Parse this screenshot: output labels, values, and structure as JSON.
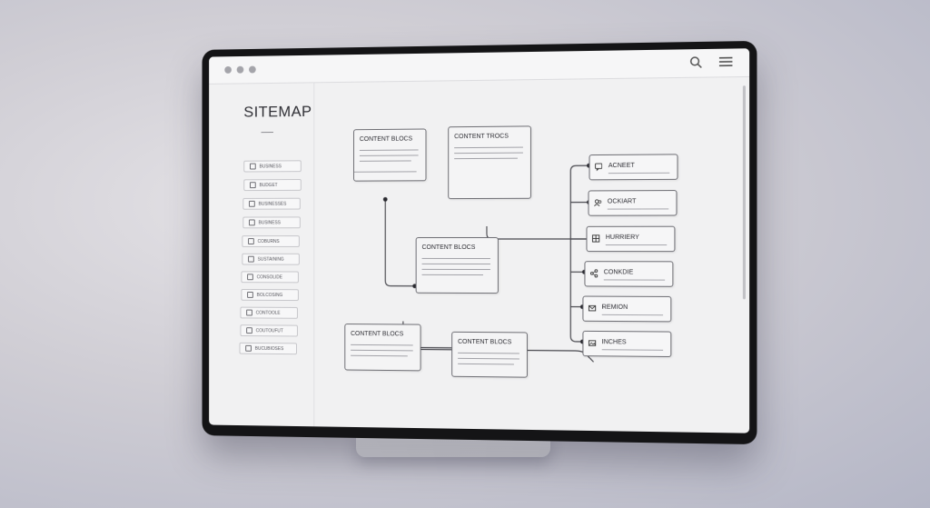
{
  "sidebar": {
    "title": "SITEMAP",
    "items": [
      {
        "label": "BUSINESS"
      },
      {
        "label": "BUDGET"
      },
      {
        "label": "BUSINESSES"
      },
      {
        "label": "BUSINESS"
      },
      {
        "label": "COBURNS"
      },
      {
        "label": "SUSTAINING"
      },
      {
        "label": "CONSOLIDE"
      },
      {
        "label": "BOLCOSING"
      },
      {
        "label": "CONTOOLE"
      },
      {
        "label": "COUTOUFUT"
      },
      {
        "label": "BUCUBIOSES"
      }
    ]
  },
  "canvas": {
    "content_blocks": [
      {
        "title": "CONTENT BLOCS"
      },
      {
        "title": "CONTENT TROCS"
      },
      {
        "title": "CONTENT BLOCS"
      },
      {
        "title": "CONTENT BLOCS"
      },
      {
        "title": "CONTENT BLOCS"
      }
    ],
    "nodes": [
      {
        "label": "ACNEET",
        "icon": "chat-icon"
      },
      {
        "label": "OCKIART",
        "icon": "people-icon"
      },
      {
        "label": "HURRIERY",
        "icon": "grid-icon"
      },
      {
        "label": "CONKDIE",
        "icon": "share-icon"
      },
      {
        "label": "REMION",
        "icon": "mail-icon"
      },
      {
        "label": "INCHES",
        "icon": "gallery-icon"
      }
    ]
  },
  "colors": {
    "screen": "#f1f1f2",
    "bezel": "#141416",
    "stroke": "#6e6e74"
  }
}
